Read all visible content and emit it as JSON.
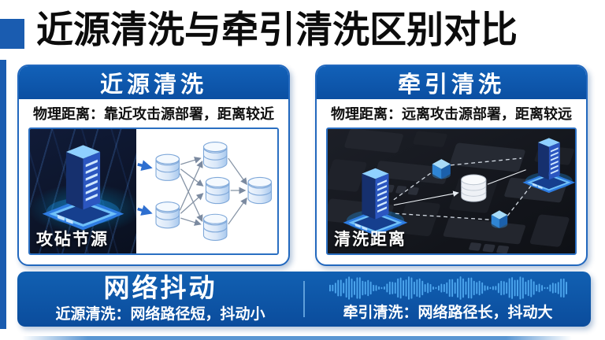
{
  "header": {
    "title": "近源清洗与牵引清洗区别对比"
  },
  "cards": {
    "left": {
      "header": "近源清洗",
      "description": "物理距离：靠近攻击源部署，距离较近",
      "scene_label": "攻砧节源"
    },
    "right": {
      "header": "牵引清洗",
      "description": "物理距离：远离攻击源部署，距离较远",
      "scene_label": "清洗距离"
    }
  },
  "footer": {
    "title": "网络抖动",
    "left_note": "近源清洗：网络路径短，抖动小",
    "right_note": "牵引清洗：网络路径长，抖动大"
  },
  "icons": {
    "logo": "blue-square-logo",
    "server": "server-icon",
    "database": "database-icon",
    "cube": "cube-icon",
    "waveform": "waveform-icon",
    "arrow": "flow-arrow-icon"
  },
  "colors": {
    "banner_blue": "#0d56ac",
    "accent_blue": "#1a5cb0",
    "card_border_blue": "#2268be",
    "waveform_blue": "#4da6ee",
    "title_black": "#0c0c0c"
  }
}
